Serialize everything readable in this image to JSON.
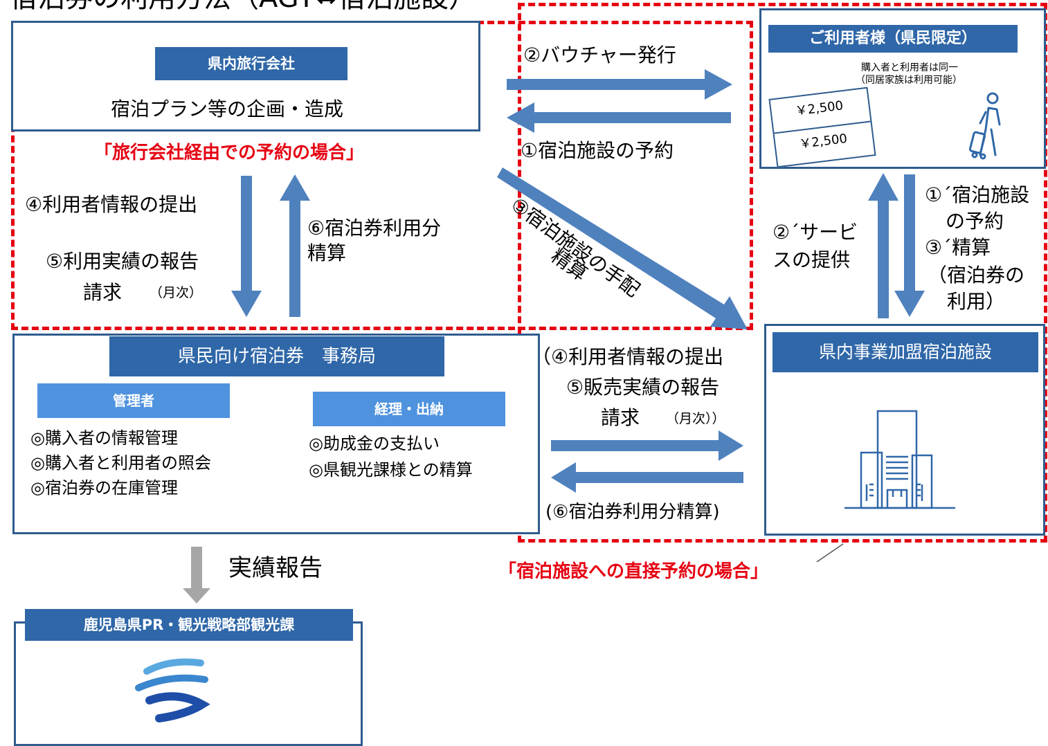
{
  "title": "宿泊券の利用方法（AGT⇔宿泊施設）",
  "colors": {
    "arrow": "#4f81bd",
    "red_dash": "#e60012",
    "box_border": "#2e5b8e",
    "header": "#2f67a8",
    "sub_header": "#4f93df"
  },
  "travel_agency": {
    "header": "県内旅行会社",
    "desc": "宿泊プラン等の企画・造成"
  },
  "via_agency_label": "「旅行会社経由での予約の場合」",
  "direct_label": "「宿泊施設への直接予約の場合」",
  "user": {
    "header": "ご利用者様（県民限定）",
    "note1": "購入者と利用者は同一",
    "note2": "（同居家族は利用可能）",
    "voucher1": "￥2,500",
    "voucher2": "￥2,500",
    "icon": "traveler-with-suitcase-icon"
  },
  "flows": {
    "voucher_issue": "②バウチャー発行",
    "reserve": "①宿泊施設の予約",
    "arrange": "③宿泊施設の手配",
    "arrange2": "精算",
    "agency_user_info": "④利用者情報の提出",
    "agency_report": "⑤利用実績の報告",
    "agency_bill": "請求",
    "agency_monthly": "（月次）",
    "agency_settle": "⑥宿泊券利用分",
    "agency_settle2": "精算",
    "user_reserve1": "①´宿泊施設",
    "user_reserve2": "の予約",
    "user_settle1": "③´精算",
    "user_settle2": "（宿泊券の",
    "user_settle3": "利用）",
    "service1": "②´サービ",
    "service2": "スの提供",
    "hotel_user_info": "（④利用者情報の提出",
    "hotel_report": "⑤販売実績の報告",
    "hotel_bill": "請求",
    "hotel_monthly": "（月次））",
    "hotel_settle": "(⑥宿泊券利用分精算)",
    "results_report": "実績報告"
  },
  "office": {
    "header": "県民向け宿泊券　事務局",
    "admin_header": "管理者",
    "admin_items": [
      "◎購入者の情報管理",
      "◎購入者と利用者の照会",
      "◎宿泊券の在庫管理"
    ],
    "accounting_header": "経理・出納",
    "accounting_items": [
      "◎助成金の支払い",
      "◎県観光課様との精算"
    ]
  },
  "hotel": {
    "header": "県内事業加盟宿泊施設",
    "icon": "building-icon"
  },
  "prefecture": {
    "header": "鹿児島県PR・観光戦略部観光課",
    "icon": "kagoshima-logo-icon"
  }
}
